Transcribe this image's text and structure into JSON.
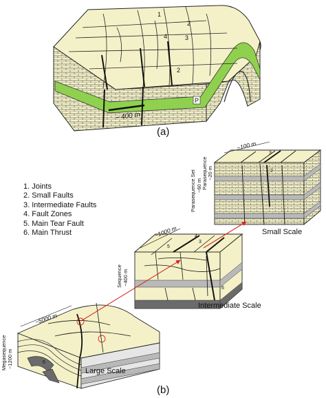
{
  "panel_a": {
    "caption": "(a)",
    "scale_bar": "~ 400 m",
    "labels": [
      "1",
      "2",
      "3",
      "4",
      "2",
      "P"
    ]
  },
  "panel_b": {
    "caption": "(b)",
    "legend": [
      "1. Joints",
      "2. Small Faults",
      "3. Intermediate Faults",
      "4. Fault Zones",
      "5. Main Tear Fault",
      "6. Main Thrust"
    ],
    "large": {
      "title": "Large Scale",
      "width_label": "~5000 m",
      "height_label_1": "Megasequence",
      "height_label_2": "~1200 m",
      "marker": "6"
    },
    "intermediate": {
      "title": "Intermediate Scale",
      "width_label": "~1000 m",
      "height_label_1": "Sequence",
      "height_label_2": "~400 m",
      "markers": [
        "4",
        "3",
        "5",
        "6"
      ]
    },
    "small": {
      "title": "Small Scale",
      "width_label": "~100 m",
      "height_label_1": "Parasequence Set",
      "height_label_2": "~60 m",
      "height_label_3": "Parasequence",
      "height_label_4": "~20 m",
      "markers": [
        "3",
        "2"
      ]
    }
  },
  "colors": {
    "bed_fill": "#f4f1c9",
    "green_layer": "#8fd14f",
    "grey_layer": "#b9b9b9",
    "dark_layer": "#6b6b6b",
    "arrow": "#d42a1e"
  }
}
